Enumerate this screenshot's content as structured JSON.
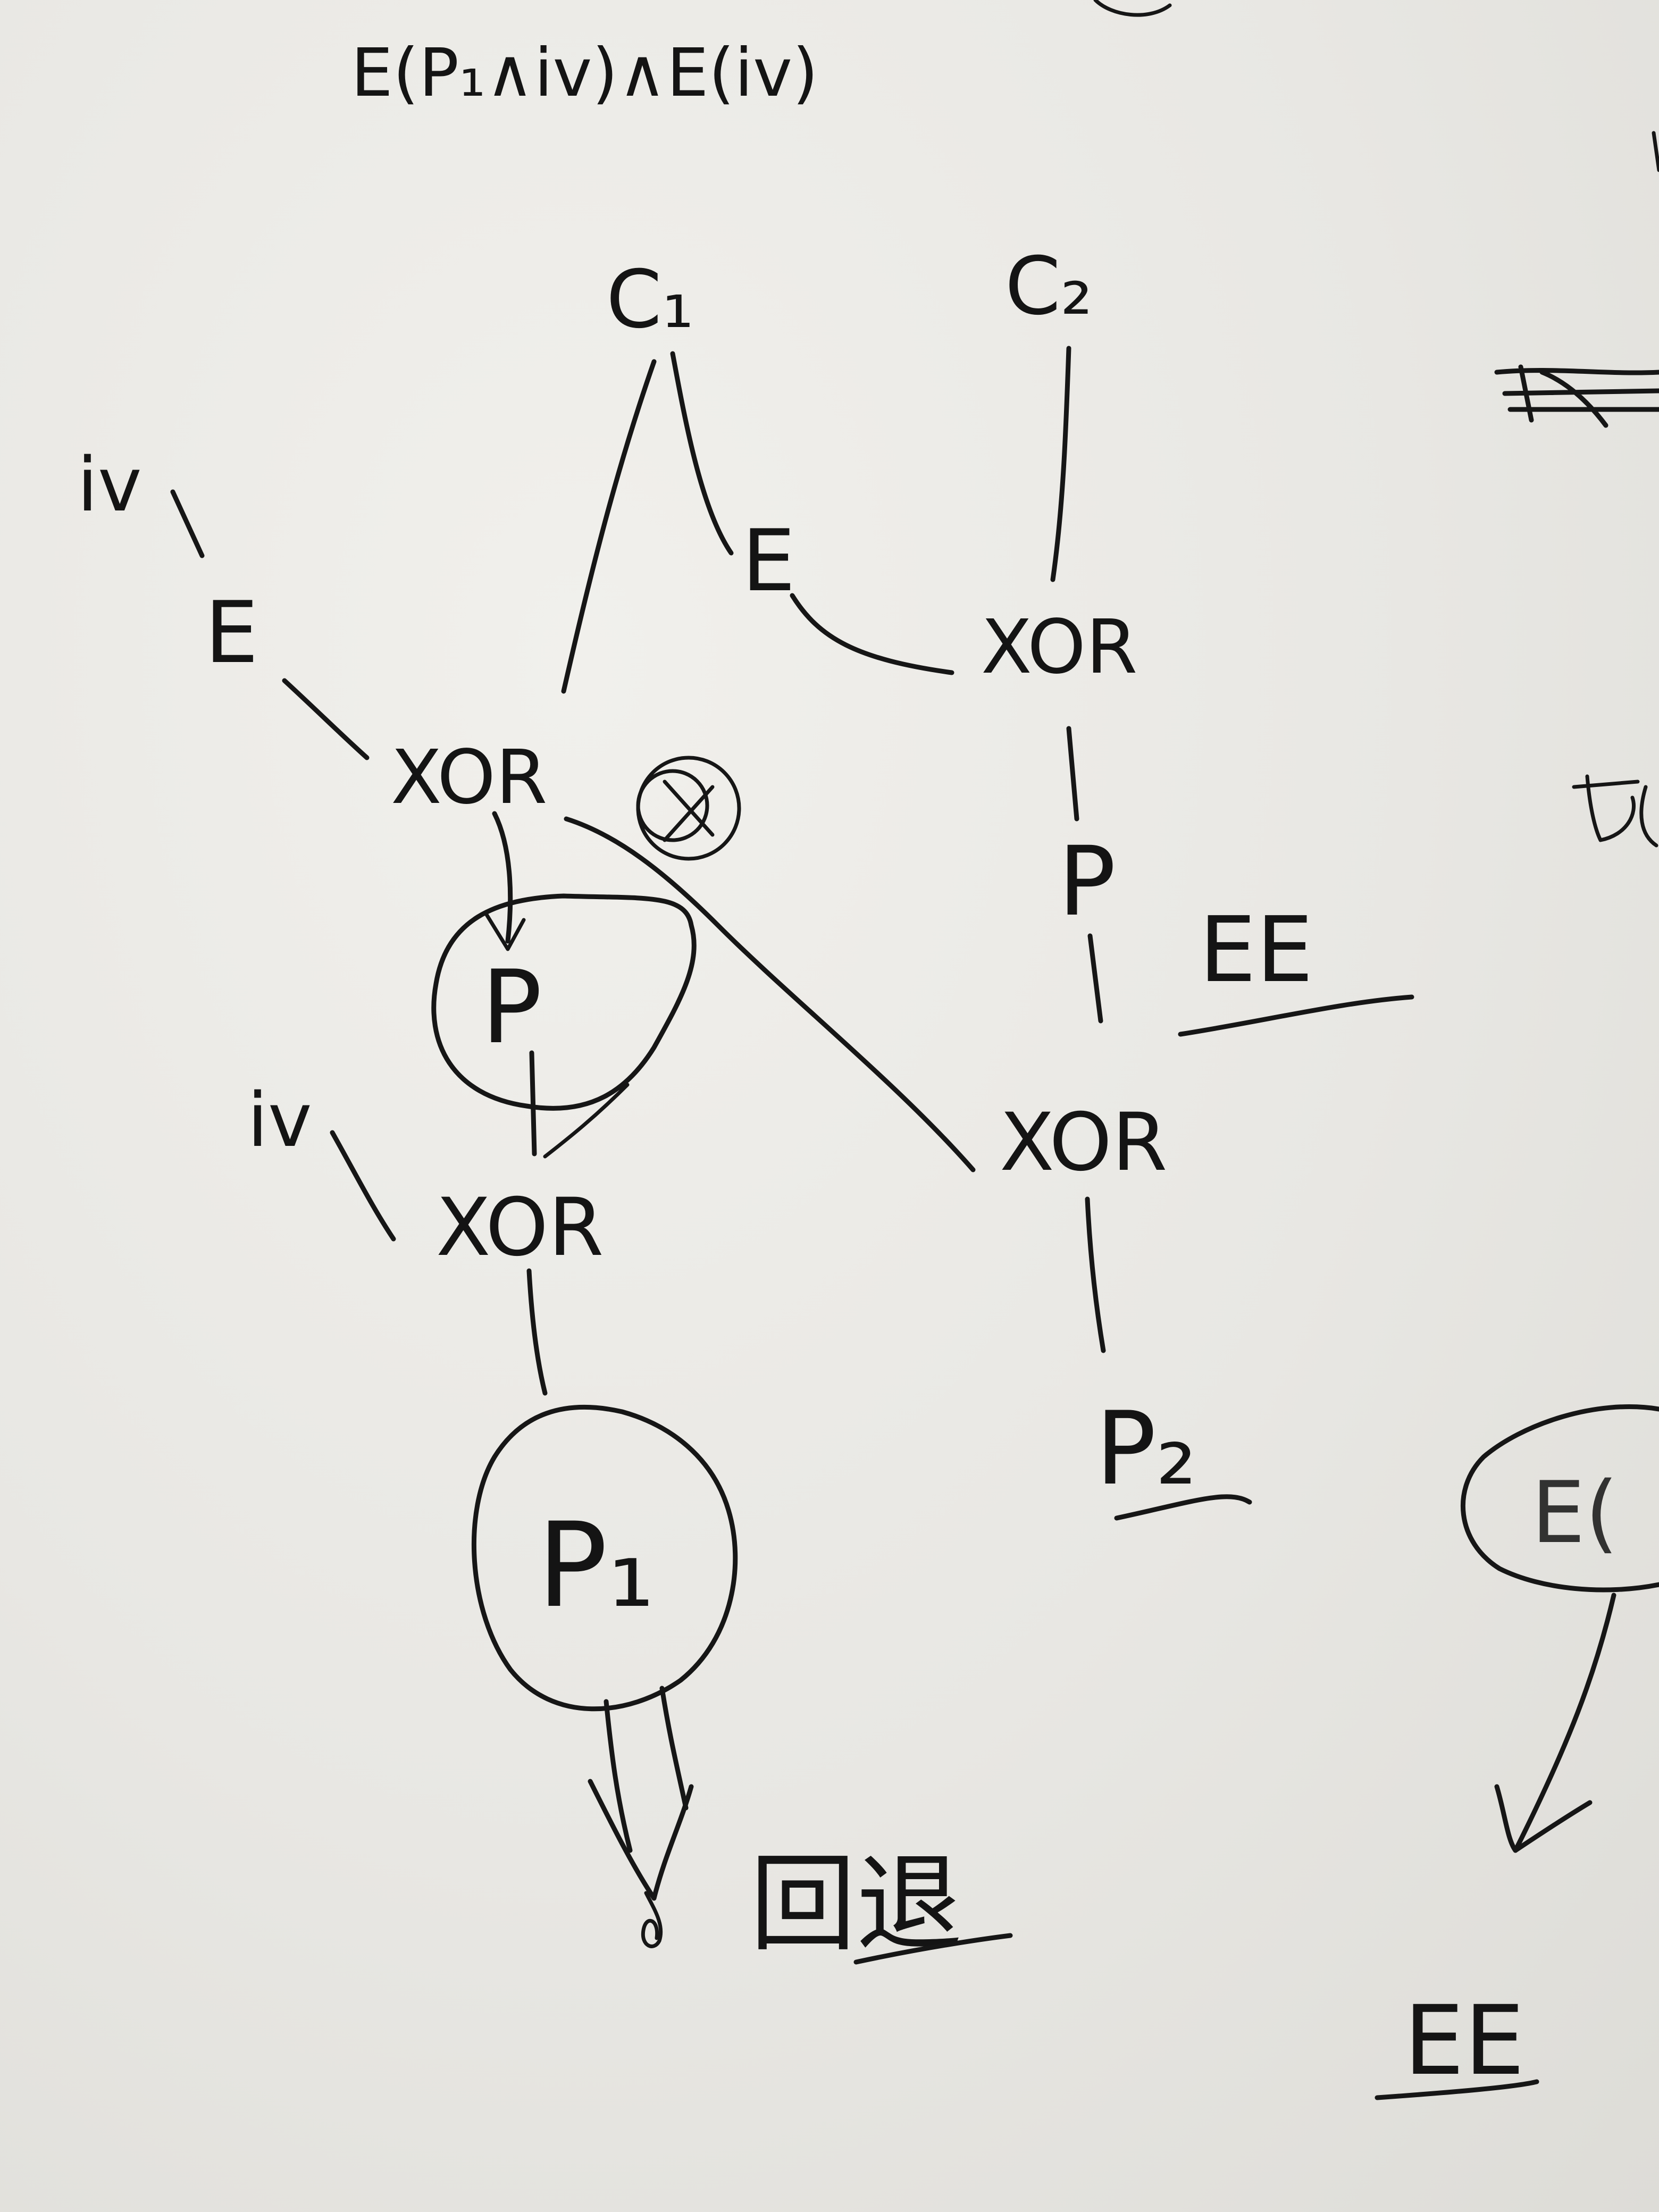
{
  "formula": "E(P₁∧iv)∧E(iv)",
  "nodes": {
    "c1": "C₁",
    "c2": "C₂",
    "iv_top": "iv",
    "e_left": "E",
    "e_mid": "E",
    "xor_left": "XOR",
    "xor_right_top": "XOR",
    "p_circled": "P",
    "p_right": "P",
    "iv_bottom": "iv",
    "xor_bottom_left": "XOR",
    "xor_right_bottom": "XOR",
    "p1": "P₁",
    "p2": "P₂",
    "ee_mid": "EE",
    "ee_bottom": "EE",
    "cjk_note": "回退",
    "bubble_text": "E("
  }
}
